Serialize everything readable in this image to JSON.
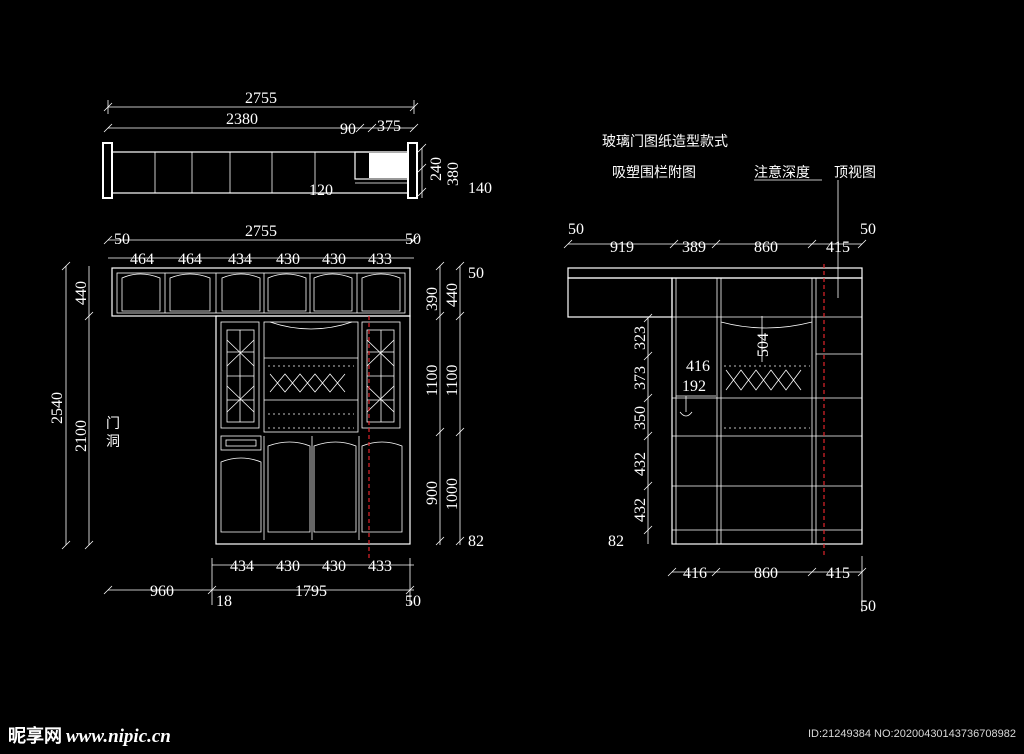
{
  "title": "玻璃门图纸造型款式",
  "caption_left": "吸塑围栏附图",
  "caption_mid": "注意深度",
  "caption_right": "顶视图",
  "door_label": [
    "门",
    "洞"
  ],
  "top_view": {
    "overall": "2755",
    "left": "2380",
    "gap": "90",
    "right": "375",
    "inner": "120",
    "depth": [
      "240",
      "380",
      "140"
    ]
  },
  "front_view": {
    "overall": "2755",
    "edge_left": "50",
    "edge_right": "50",
    "top_bays": [
      "464",
      "464",
      "434",
      "430",
      "430",
      "433"
    ],
    "lower_bays": [
      "434",
      "430",
      "430",
      "433"
    ],
    "left_vert": [
      "2540",
      "2100"
    ],
    "top_height": [
      "440",
      "390",
      "440"
    ],
    "mid_height": [
      "1100",
      "1100"
    ],
    "low_height": [
      "900",
      "1000"
    ],
    "plinth": "82",
    "top_edge": "50",
    "bottom_row": [
      "960",
      "18",
      "1795",
      "50"
    ]
  },
  "side_view": {
    "edge_left": "50",
    "top_dims": [
      "919",
      "389",
      "860",
      "415"
    ],
    "edge_right": "50",
    "vert_dims": [
      "323",
      "373",
      "350",
      "432",
      "432"
    ],
    "inner_a": "504",
    "inner_b": "416",
    "inner_c": "192",
    "plinth": "82",
    "bottom_dims": [
      "416",
      "860",
      "415"
    ],
    "bottom_edge": "50"
  },
  "watermark": {
    "brand": "昵享网",
    "url": "www.nipic.cn"
  },
  "image_id": "ID:21249384 NO:20200430143736708982"
}
